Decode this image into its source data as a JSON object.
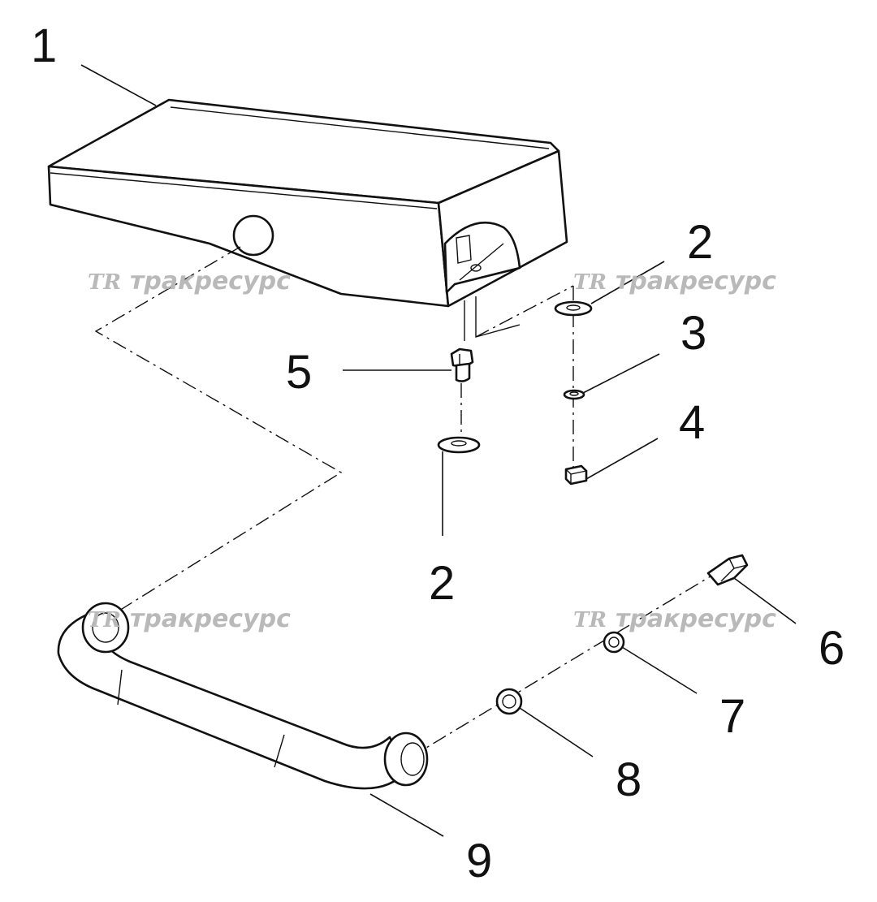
{
  "callouts": {
    "c1": "1",
    "c2a": "2",
    "c3": "3",
    "c4": "4",
    "c5": "5",
    "c2b": "2",
    "c6": "6",
    "c7": "7",
    "c8": "8",
    "c9": "9"
  },
  "watermark": {
    "logo": "TR",
    "text": "тракресурс"
  },
  "colors": {
    "line": "#111111",
    "watermark": "#b9b9b9",
    "background": "#ffffff"
  }
}
